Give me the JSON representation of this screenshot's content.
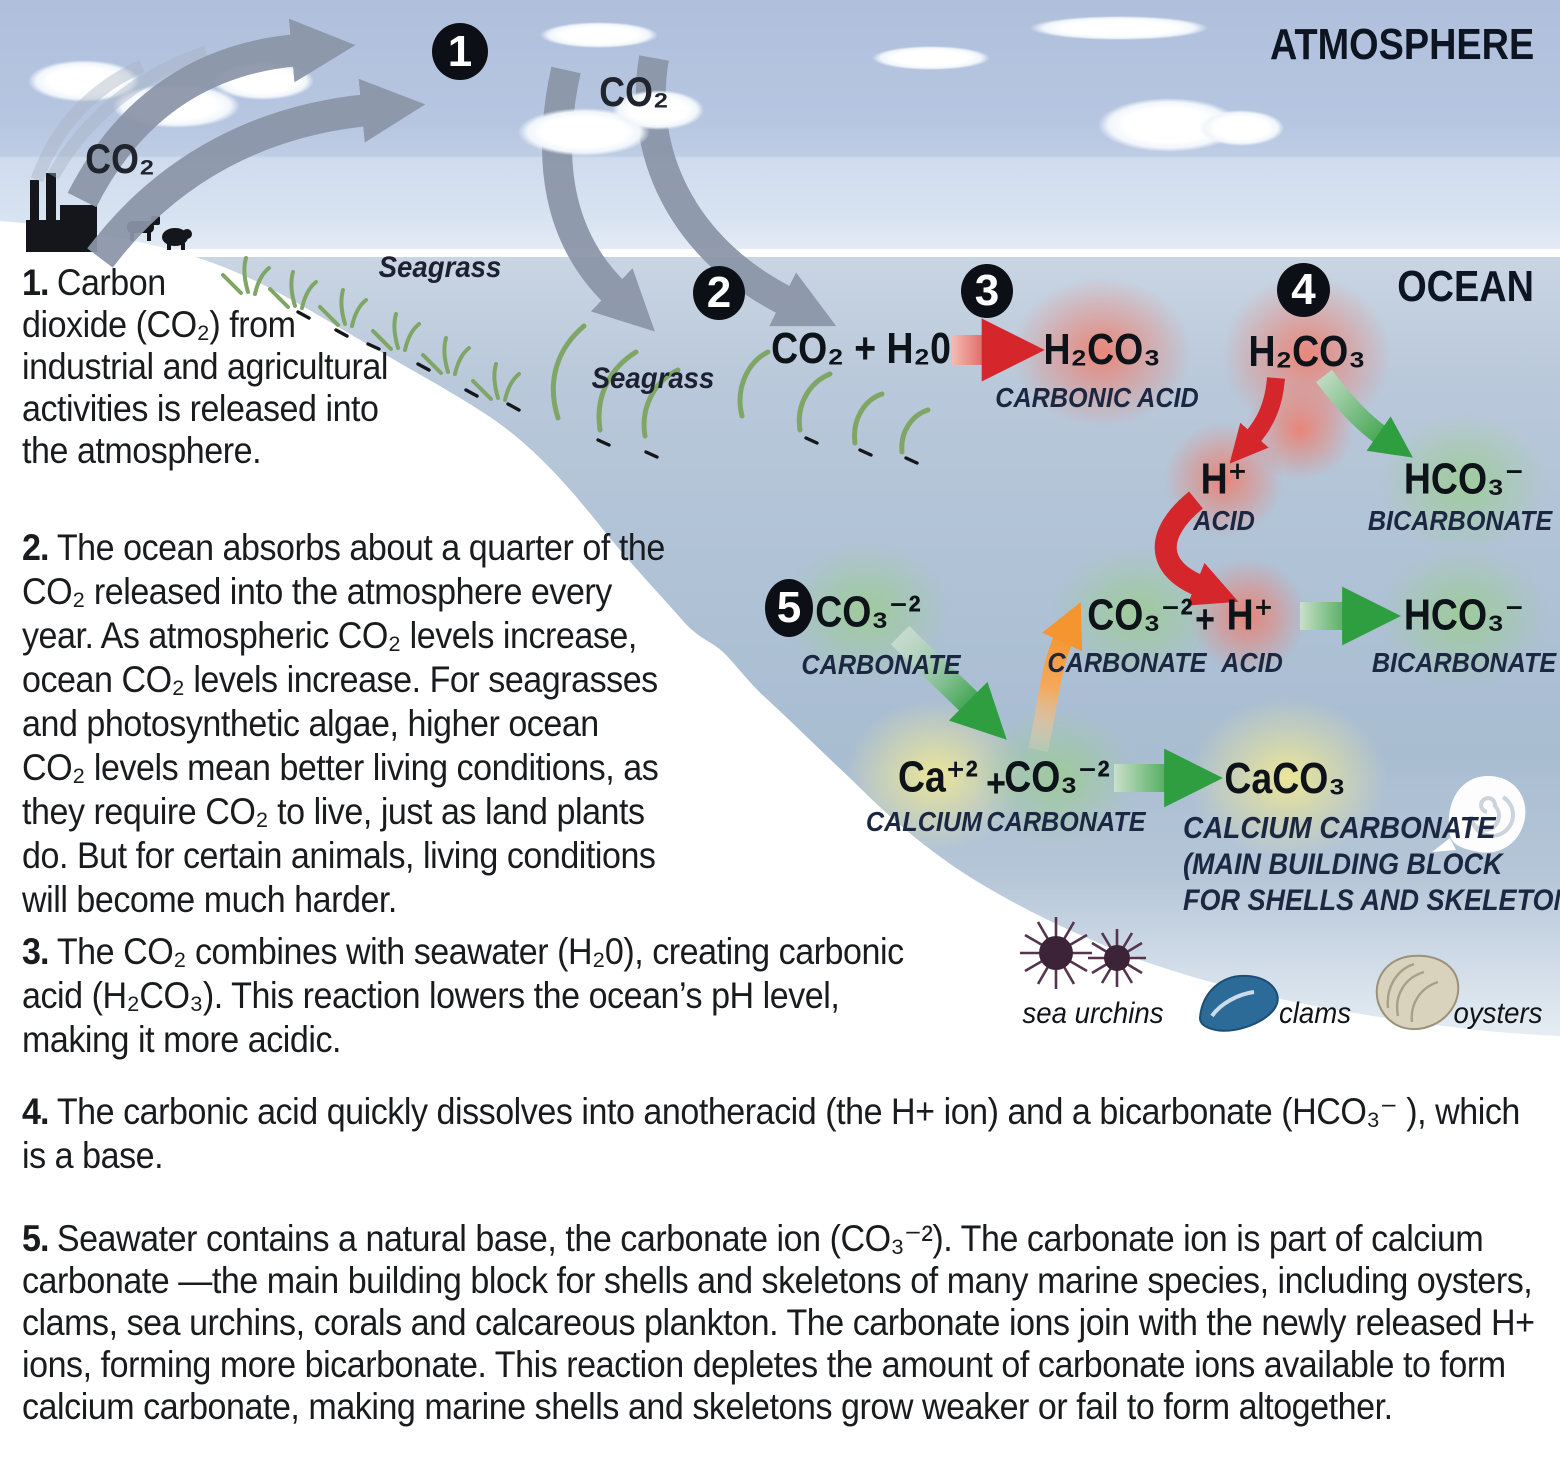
{
  "header": {
    "atmosphere_label": "ATMOSPHERE",
    "ocean_label": "OCEAN"
  },
  "emissions": {
    "factory_co2": "CO₂",
    "sky_co2": "CO₂"
  },
  "markers": {
    "step1": "1",
    "step2": "2",
    "step3": "3",
    "step4": "4",
    "step5": "5"
  },
  "seagrass": {
    "label": "Seagrass"
  },
  "reactions": {
    "carbonic_acid_formation": {
      "reactants": "CO₂ + H₂0",
      "product": "H₂CO₃",
      "product_label": "CARBONIC ACID"
    },
    "dissociation": {
      "source": "H₂CO₃",
      "acid": "H⁺",
      "acid_label": "ACID",
      "bicarbonate": "HCO₃⁻",
      "bicarbonate_label": "BICARBONATE"
    },
    "carbonate": {
      "ion": "CO₃⁻²",
      "ion_label": "CARBONATE"
    },
    "neutralization": {
      "carbonate": "CO₃⁻²",
      "plus": "+",
      "acid": "H⁺",
      "carbonate_label": "CARBONATE",
      "acid_label": "ACID",
      "product": "HCO₃⁻",
      "product_label": "BICARBONATE"
    },
    "calcification": {
      "calcium": "Ca⁺²",
      "plus": "+",
      "carbonate": "CO₃⁻²",
      "product": "CaCO₃",
      "calcium_label": "CALCIUM",
      "carbonate_label": "CARBONATE",
      "product_label": "CALCIUM CARBONATE",
      "product_note1": "(MAIN BUILDING BLOCK",
      "product_note2": "FOR SHELLS AND SKELETONS)"
    }
  },
  "creatures": {
    "sea_urchins": "sea urchins",
    "clams": "clams",
    "oysters": "oysters"
  },
  "paragraphs": [
    {
      "num": "1.",
      "lines": [
        "Carbon",
        "dioxide (CO₂) from",
        "industrial and agricultural",
        "activities is released into",
        "the atmosphere."
      ]
    },
    {
      "num": "2.",
      "text": "The ocean absorbs about a quarter of the CO₂ released into the atmosphere every year. As atmospheric CO₂ levels increase, ocean CO₂ levels increase. For seagrasses and photosynthetic algae, higher ocean CO₂ levels mean better living conditions, as they require CO₂ to live, just as land plants do. But for certain animals, living conditions will become much harder."
    },
    {
      "num": "3.",
      "text": "The CO₂ combines with seawater (H₂0), creating carbonic acid (H₂CO₃). This reaction lowers the ocean’s pH level, making it more acidic."
    },
    {
      "num": "4.",
      "text": "The carbonic acid quickly dissolves into anotheracid (the H+ ion) and a bicarbonate (HCO₃⁻ ), which is a base."
    },
    {
      "num": "5.",
      "text": "Seawater contains a natural base, the carbonate ion (CO₃⁻²). The carbonate ion is part of calcium carbonate —the main building block for shells and skeletons of many marine species, including oysters, clams, sea urchins, corals and calcareous plankton. The carbonate ions join with the newly released H+ ions, forming more bicarbonate. This reaction depletes the amount of carbonate ions available to form calcium carbonate, making marine shells and skeletons grow weaker or fail to form altogether."
    }
  ],
  "colors": {
    "sky_top": "#b0c0dc",
    "ocean_top": "#c9d5e3",
    "ocean_mid": "#a9bdd2",
    "arrow_gray": "#8b95a8",
    "arrow_red": "#d5262c",
    "arrow_green": "#2f9e41",
    "arrow_orange": "#f5952f",
    "glow_red": "#f07a68",
    "glow_green": "#9acd8c",
    "glow_yellow": "#eee896",
    "seagrass_green": "#7fa666",
    "label_ink": "#1c2742",
    "marker_bg": "#0c0f16",
    "marker_fg": "#ffffff"
  }
}
